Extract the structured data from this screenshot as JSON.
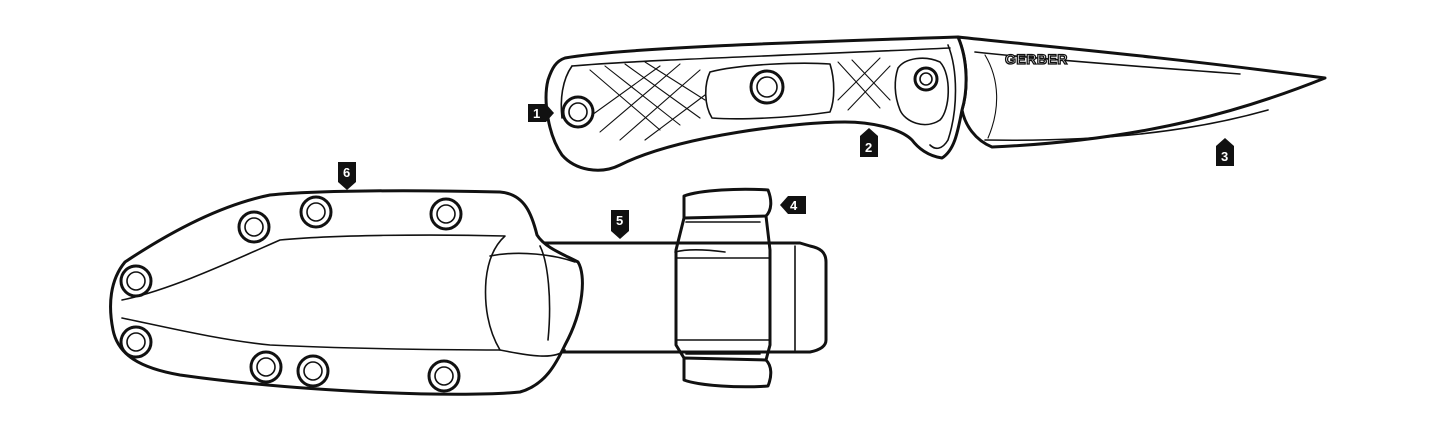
{
  "brand": {
    "text": "GERBER"
  },
  "callouts": [
    {
      "id": "1",
      "label": "1",
      "points": "left-to-right"
    },
    {
      "id": "2",
      "label": "2",
      "points": "up"
    },
    {
      "id": "3",
      "label": "3",
      "points": "up"
    },
    {
      "id": "4",
      "label": "4",
      "points": "left"
    },
    {
      "id": "5",
      "label": "5",
      "points": "down"
    },
    {
      "id": "6",
      "label": "6",
      "points": "down"
    }
  ],
  "colors": {
    "line": "#111111",
    "background": "#ffffff",
    "marker": "#111111",
    "marker_text": "#ffffff"
  }
}
